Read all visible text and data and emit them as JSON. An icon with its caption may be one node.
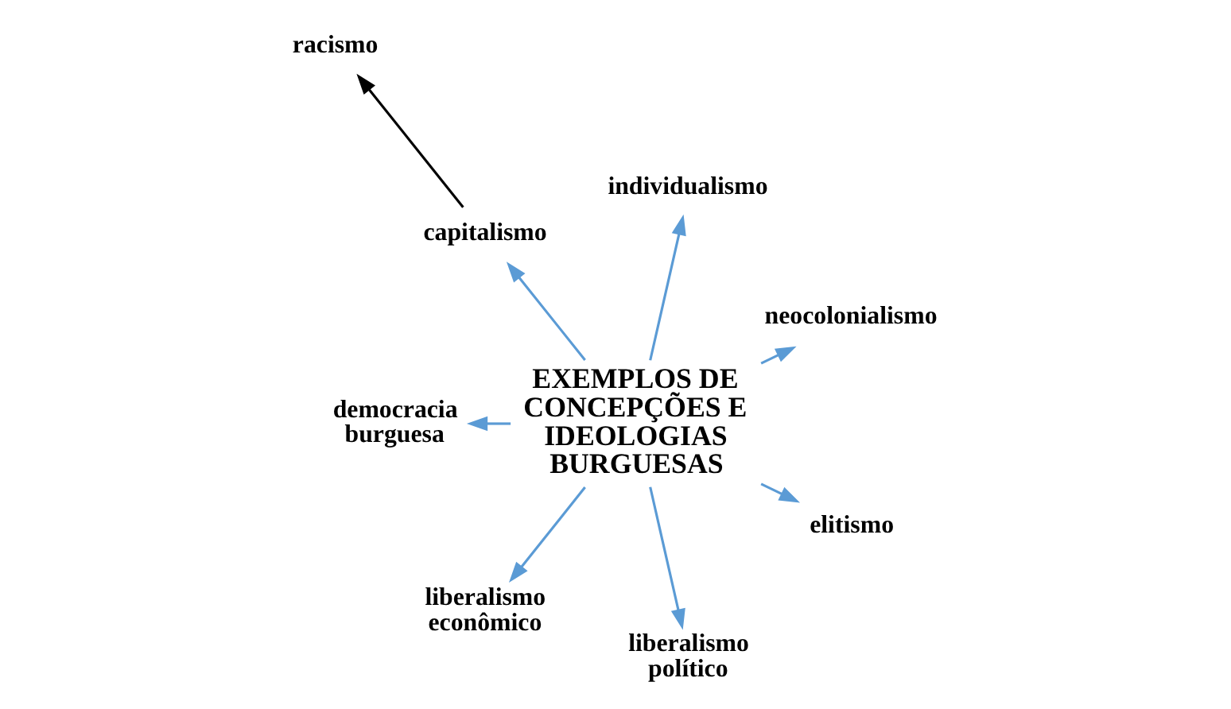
{
  "diagram": {
    "nodes": [
      {
        "text": [
          "EXEMPLOS DE CONCEPÇÕES E IDEOLOGIAS BURGUESAS"
        ]
      },
      {
        "text": [
          "neocolonialismo"
        ]
      },
      {
        "text": [
          "individualismo"
        ]
      },
      {
        "text": [
          "capitalismo"
        ]
      },
      {
        "text": [
          "racismo"
        ]
      },
      {
        "text": [
          "democracia burguesa"
        ]
      },
      {
        "text": [
          "liberalismo econômico"
        ]
      },
      {
        "text": [
          "liberalismo político"
        ]
      },
      {
        "text": [
          "elitismo"
        ]
      }
    ],
    "edges": [
      {
        "from": 0,
        "to": 1,
        "arrow": "to"
      },
      {
        "from": 0,
        "to": 2,
        "arrow": "to"
      },
      {
        "from": 0,
        "to": 3,
        "arrow": "to"
      },
      {
        "from": 3,
        "to": 4,
        "arrow": "to",
        "color": "#000000"
      },
      {
        "from": 0,
        "to": 5,
        "arrow": "to"
      },
      {
        "from": 0,
        "to": 6,
        "arrow": "to"
      },
      {
        "from": 0,
        "to": 7,
        "arrow": "to"
      },
      {
        "from": 0,
        "to": 8,
        "arrow": "to"
      }
    ]
  }
}
